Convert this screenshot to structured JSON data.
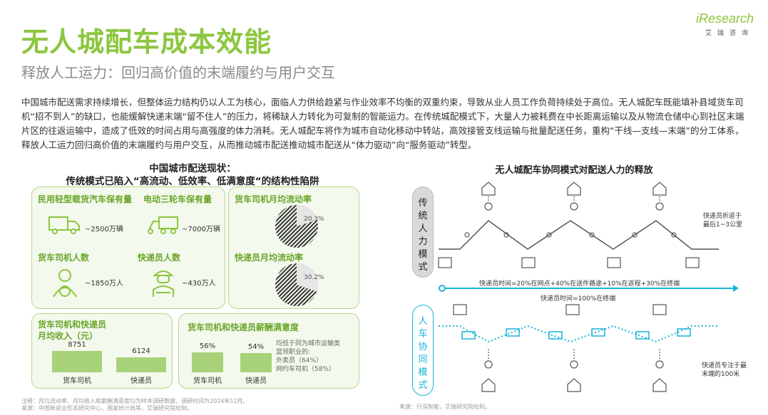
{
  "header": {
    "title": "无人城配车成本效能",
    "subtitle": "释放人工运力：回归高价值的末端履约与用户交互",
    "brand": "iResearch",
    "brand_cn": "艾瑞咨询"
  },
  "intro": "中国城市配送需求持续增长，但整体运力结构仍以人工为核心，面临人力供给趋紧与作业效率不均衡的双重约束，导致从业人员工作负荷持续处于高位。无人城配车既能填补县域货车司机“招不到人”的缺口，也能缓解快递末端“留不住人”的压力，将稀缺人力转化为可复制的智能运力。在传统城配模式下，大量人力被耗费在中长距离运输以及从物流仓储中心到社区末端片区的往返运输中，造成了低效的时间占用与高强度的体力消耗。无人城配车将作为城市自动化移动中转站，高效接管支线运输与批量配送任务，重构“干线—支线—末端”的分工体系，释放人工运力回归高价值的末端履约与用户交互，从而推动城市配送推动城市配送从“体力驱动”向“服务驱动”转型。",
  "left": {
    "heading_line1": "中国城市配送现状：",
    "heading_line2": "传统模式已陷入“高流动、低效率、低满意度“的结构性陷阱",
    "stats": [
      {
        "label": "民用轻型载货汽车保有量",
        "value": "~2500万辆",
        "icon": "truck-icon"
      },
      {
        "label": "电动三轮车保有量",
        "value": "~7000万辆",
        "icon": "tricycle-icon"
      },
      {
        "label": "货车司机人数",
        "value": "~1850万人",
        "icon": "driver-icon"
      },
      {
        "label": "快递员人数",
        "value": "~430万人",
        "icon": "courier-icon"
      }
    ],
    "turnover": [
      {
        "label": "货车司机月均流动率",
        "value": "20.3%",
        "pct": 0.203
      },
      {
        "label": "快递员月均流动率",
        "value": "30.2%",
        "pct": 0.302
      }
    ],
    "income": {
      "title_line1": "货车司机和快递员",
      "title_line2": "月均收入（元）",
      "bars": [
        {
          "label": "货车司机",
          "value": 8751,
          "display": "8751"
        },
        {
          "label": "快递员",
          "value": 6124,
          "display": "6124"
        }
      ]
    },
    "satisfaction": {
      "title": "货车司机和快递员薪酬满意度",
      "bars": [
        {
          "label": "货车司机",
          "value": 56,
          "display": "56%"
        },
        {
          "label": "快递员",
          "value": 54,
          "display": "54%"
        }
      ],
      "note_line1": "均低于同为城市运输类",
      "note_line2": "蓝领职业的:",
      "note_line3": "外卖员（64%）",
      "note_line4": "网约车司机（58%）"
    },
    "footer_line1": "注释：月均流动率、月均收入和薪酬满意度均为样本调研数据，调研时间为2024年12月。",
    "footer_line2": "来源：中国新就业形态研究中心，国家统计局等，艾瑞研究院绘制。"
  },
  "right": {
    "heading": "无人城配车协同模式对配送人力的释放",
    "mode_traditional": "传统人力模式",
    "mode_collab": "人车协同模式",
    "time_traditional": "快递员时间=20%在网点+40%在送件路途+10%在返程+30%在终端",
    "time_collab": "快递员时间=100%在终端",
    "note_traditional_line1": "快递员折返于",
    "note_traditional_line2": "最后1~3公里",
    "note_collab_line1": "快递员专注于最",
    "note_collab_line2": "末端的100米",
    "footer": "来源：行深智能，艾瑞研究院绘制。"
  },
  "colors": {
    "accent_green": "#8cc63f",
    "bar_green": "#a8d27a",
    "collab_cyan": "#19b4d8",
    "gray_pill": "#d9d9d9"
  }
}
